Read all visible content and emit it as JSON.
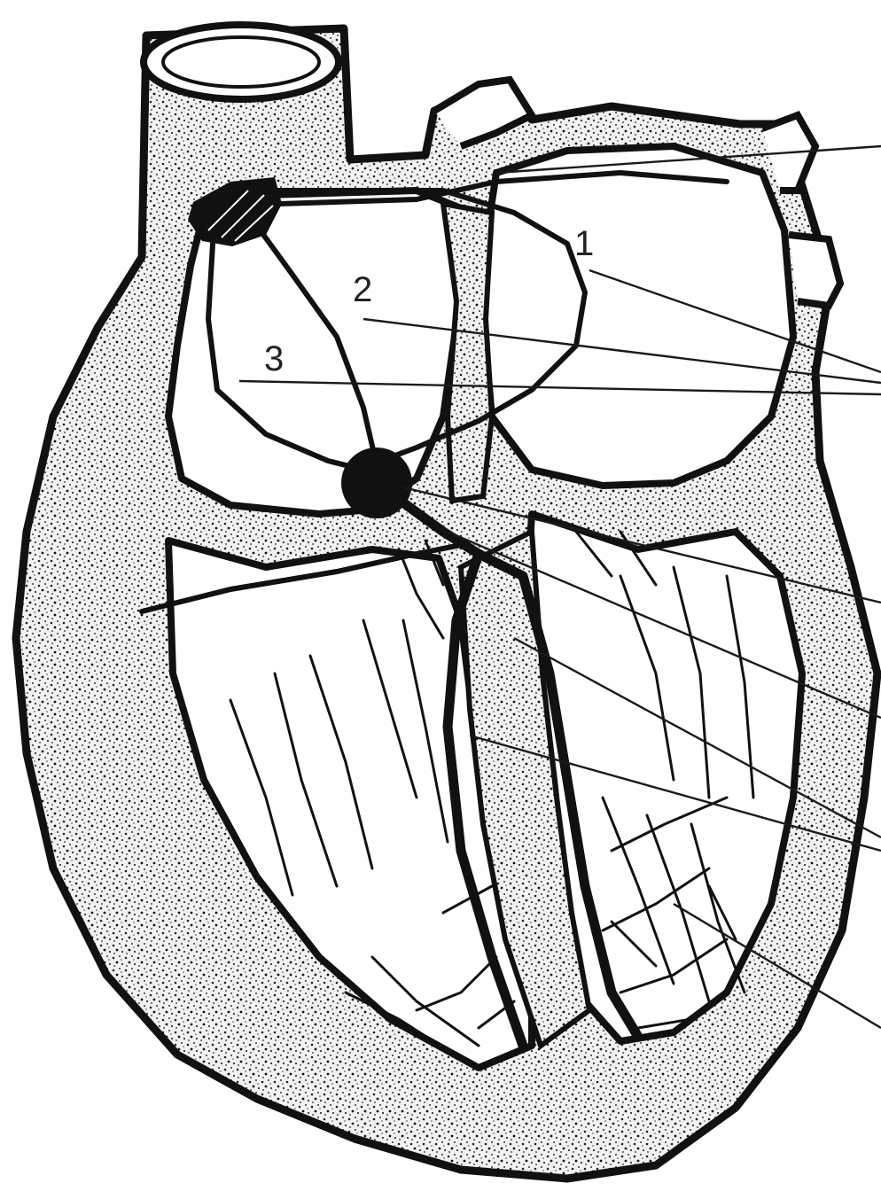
{
  "figure": {
    "labels": [
      {
        "id": "internodal-1",
        "text": "1"
      },
      {
        "id": "internodal-2",
        "text": "2"
      },
      {
        "id": "internodal-3",
        "text": "3"
      }
    ]
  },
  "colors": {
    "ink": "#111111",
    "background": "#ffffff"
  }
}
